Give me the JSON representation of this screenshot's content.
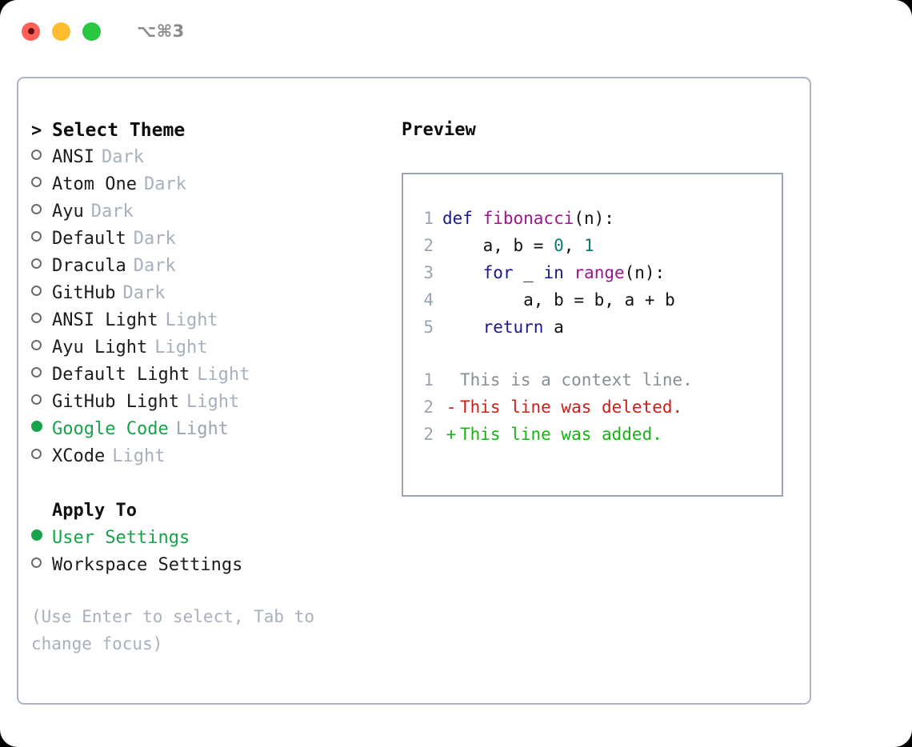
{
  "window": {
    "shortcut": "⌥⌘3",
    "traffic_lights": [
      {
        "name": "close",
        "color": "#ff5f57"
      },
      {
        "name": "minimize",
        "color": "#febc2e"
      },
      {
        "name": "maximize",
        "color": "#28c840"
      }
    ]
  },
  "theme_list": {
    "header": "Select Theme",
    "caret": ">",
    "items": [
      {
        "label": "ANSI",
        "badge": "Dark",
        "selected": false
      },
      {
        "label": "Atom One",
        "badge": "Dark",
        "selected": false
      },
      {
        "label": "Ayu",
        "badge": "Dark",
        "selected": false
      },
      {
        "label": "Default",
        "badge": "Dark",
        "selected": false
      },
      {
        "label": "Dracula",
        "badge": "Dark",
        "selected": false
      },
      {
        "label": "GitHub",
        "badge": "Dark",
        "selected": false
      },
      {
        "label": "ANSI Light",
        "badge": "Light",
        "selected": false
      },
      {
        "label": "Ayu Light",
        "badge": "Light",
        "selected": false
      },
      {
        "label": "Default Light",
        "badge": "Light",
        "selected": false
      },
      {
        "label": "GitHub Light",
        "badge": "Light",
        "selected": false
      },
      {
        "label": "Google Code",
        "badge": "Light",
        "selected": true
      },
      {
        "label": "XCode",
        "badge": "Light",
        "selected": false
      }
    ]
  },
  "apply_to": {
    "header": "Apply To",
    "items": [
      {
        "label": "User Settings",
        "selected": true
      },
      {
        "label": "Workspace Settings",
        "selected": false
      }
    ]
  },
  "hint": "(Use Enter to select, Tab to change focus)",
  "preview": {
    "title": "Preview",
    "code_lines": [
      {
        "number": "1",
        "tokens": [
          {
            "text": "def ",
            "kind": "kw"
          },
          {
            "text": "fibonacci",
            "kind": "fn"
          },
          {
            "text": "(n):",
            "kind": "pun"
          }
        ]
      },
      {
        "number": "2",
        "tokens": [
          {
            "text": "    a, b = ",
            "kind": "var"
          },
          {
            "text": "0",
            "kind": "num"
          },
          {
            "text": ", ",
            "kind": "pun"
          },
          {
            "text": "1",
            "kind": "num"
          }
        ]
      },
      {
        "number": "3",
        "tokens": [
          {
            "text": "    ",
            "kind": "var"
          },
          {
            "text": "for",
            "kind": "kw"
          },
          {
            "text": " _ ",
            "kind": "var"
          },
          {
            "text": "in",
            "kind": "kw"
          },
          {
            "text": " ",
            "kind": "var"
          },
          {
            "text": "range",
            "kind": "fn"
          },
          {
            "text": "(n):",
            "kind": "pun"
          }
        ]
      },
      {
        "number": "4",
        "tokens": [
          {
            "text": "        a, b = b, a + b",
            "kind": "var"
          }
        ]
      },
      {
        "number": "5",
        "tokens": [
          {
            "text": "    ",
            "kind": "var"
          },
          {
            "text": "return",
            "kind": "kw"
          },
          {
            "text": " a",
            "kind": "var"
          }
        ]
      }
    ],
    "diff_lines": [
      {
        "number": "1",
        "mark": " ",
        "text": "This is a context line.",
        "kind": "ctx"
      },
      {
        "number": "2",
        "mark": "-",
        "text": "This line was deleted.",
        "kind": "del"
      },
      {
        "number": "2",
        "mark": "+",
        "text": "This line was added.",
        "kind": "add"
      }
    ]
  },
  "colors": {
    "accent_green": "#16a34a",
    "diff_add": "#17b317",
    "diff_del": "#c9201a",
    "diff_ctx": "#868e96",
    "muted": "#a7b0bd",
    "border": "#aab4c2",
    "keyword": "#1a1a8c",
    "function": "#a0148c",
    "number": "#0d7a6e"
  }
}
